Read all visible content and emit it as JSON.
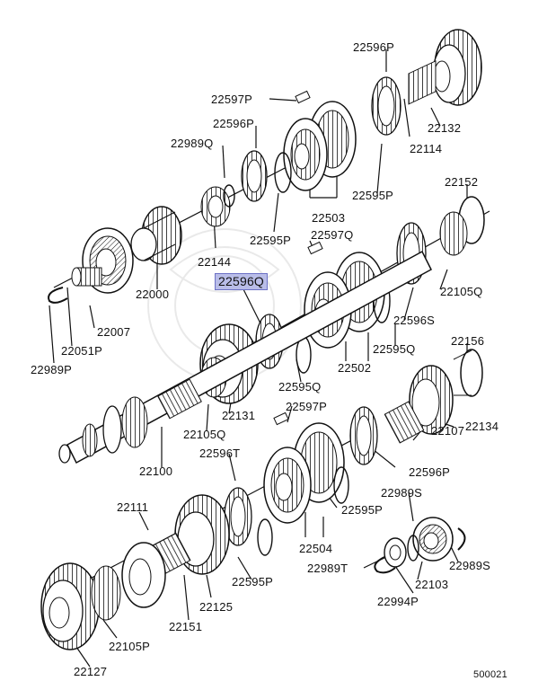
{
  "diagram": {
    "highlight_color": "#b9bde8",
    "diagram_id": "500021",
    "labels": [
      {
        "key": "l01",
        "text": "22596P"
      },
      {
        "key": "l02",
        "text": "22597P"
      },
      {
        "key": "l03",
        "text": "22596P"
      },
      {
        "key": "l04",
        "text": "22132"
      },
      {
        "key": "l05",
        "text": "22989Q"
      },
      {
        "key": "l06",
        "text": "22114"
      },
      {
        "key": "l07",
        "text": "22595P"
      },
      {
        "key": "l08",
        "text": "22503"
      },
      {
        "key": "l09",
        "text": "22152"
      },
      {
        "key": "l10",
        "text": "22595P"
      },
      {
        "key": "l11",
        "text": "22597Q"
      },
      {
        "key": "l12",
        "text": "22144"
      },
      {
        "key": "l13",
        "text": "22596Q"
      },
      {
        "key": "l14",
        "text": "22105Q"
      },
      {
        "key": "l15",
        "text": "22000"
      },
      {
        "key": "l16",
        "text": "22596S"
      },
      {
        "key": "l17",
        "text": "22007"
      },
      {
        "key": "l18",
        "text": "22595Q"
      },
      {
        "key": "l19",
        "text": "22156"
      },
      {
        "key": "l20",
        "text": "22051P"
      },
      {
        "key": "l21",
        "text": "22502"
      },
      {
        "key": "l22",
        "text": "22989P"
      },
      {
        "key": "l23",
        "text": "22595Q"
      },
      {
        "key": "l24",
        "text": "22597P"
      },
      {
        "key": "l25",
        "text": "22131"
      },
      {
        "key": "l26",
        "text": "22134"
      },
      {
        "key": "l27",
        "text": "22105Q"
      },
      {
        "key": "l28",
        "text": "22107"
      },
      {
        "key": "l29",
        "text": "22596T"
      },
      {
        "key": "l30",
        "text": "22596P"
      },
      {
        "key": "l31",
        "text": "22100"
      },
      {
        "key": "l32",
        "text": "22989S"
      },
      {
        "key": "l33",
        "text": "22111"
      },
      {
        "key": "l34",
        "text": "22595P"
      },
      {
        "key": "l35",
        "text": "22504"
      },
      {
        "key": "l36",
        "text": "22989T"
      },
      {
        "key": "l37",
        "text": "22989S"
      },
      {
        "key": "l38",
        "text": "22595P"
      },
      {
        "key": "l39",
        "text": "22103"
      },
      {
        "key": "l40",
        "text": "22125"
      },
      {
        "key": "l41",
        "text": "22994P"
      },
      {
        "key": "l42",
        "text": "22151"
      },
      {
        "key": "l43",
        "text": "22105P"
      },
      {
        "key": "l44",
        "text": "22127"
      }
    ]
  }
}
